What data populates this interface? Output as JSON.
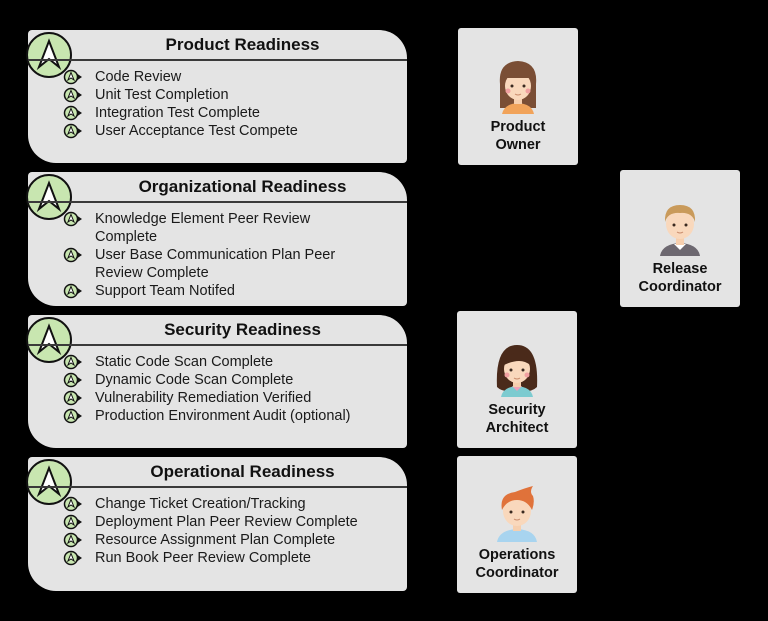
{
  "panels": [
    {
      "title": "Product Readiness",
      "items": [
        "Code Review",
        "Unit Test Completion",
        "Integration Test Complete",
        "User Acceptance Test Compete"
      ]
    },
    {
      "title": "Organizational Readiness",
      "items": [
        "Knowledge Element Peer Review Complete",
        "User Base Communication Plan Peer Review Complete",
        "Support Team Notifed"
      ]
    },
    {
      "title": "Security Readiness",
      "items": [
        "Static Code Scan Complete",
        "Dynamic Code Scan Complete",
        "Vulnerability Remediation Verified",
        "Production Environment Audit (optional)"
      ]
    },
    {
      "title": "Operational Readiness",
      "items": [
        "Change Ticket Creation/Tracking",
        "Deployment Plan Peer Review Complete",
        "Resource Assignment Plan Complete",
        "Run Book Peer Review Complete"
      ]
    }
  ],
  "roles": [
    {
      "line1": "Product",
      "line2": "Owner",
      "avatar": "woman-bangs-avatar"
    },
    {
      "line1": "Release",
      "line2": "Coordinator",
      "avatar": "man-blond-avatar"
    },
    {
      "line1": "Security",
      "line2": "Architect",
      "avatar": "woman-dark-hair-avatar"
    },
    {
      "line1": "Operations",
      "line2": "Coordinator",
      "avatar": "man-red-hair-avatar"
    }
  ],
  "colors": {
    "background": "#000000",
    "panel": "#e4e4e4",
    "badge_green": "#c8e6b0"
  }
}
